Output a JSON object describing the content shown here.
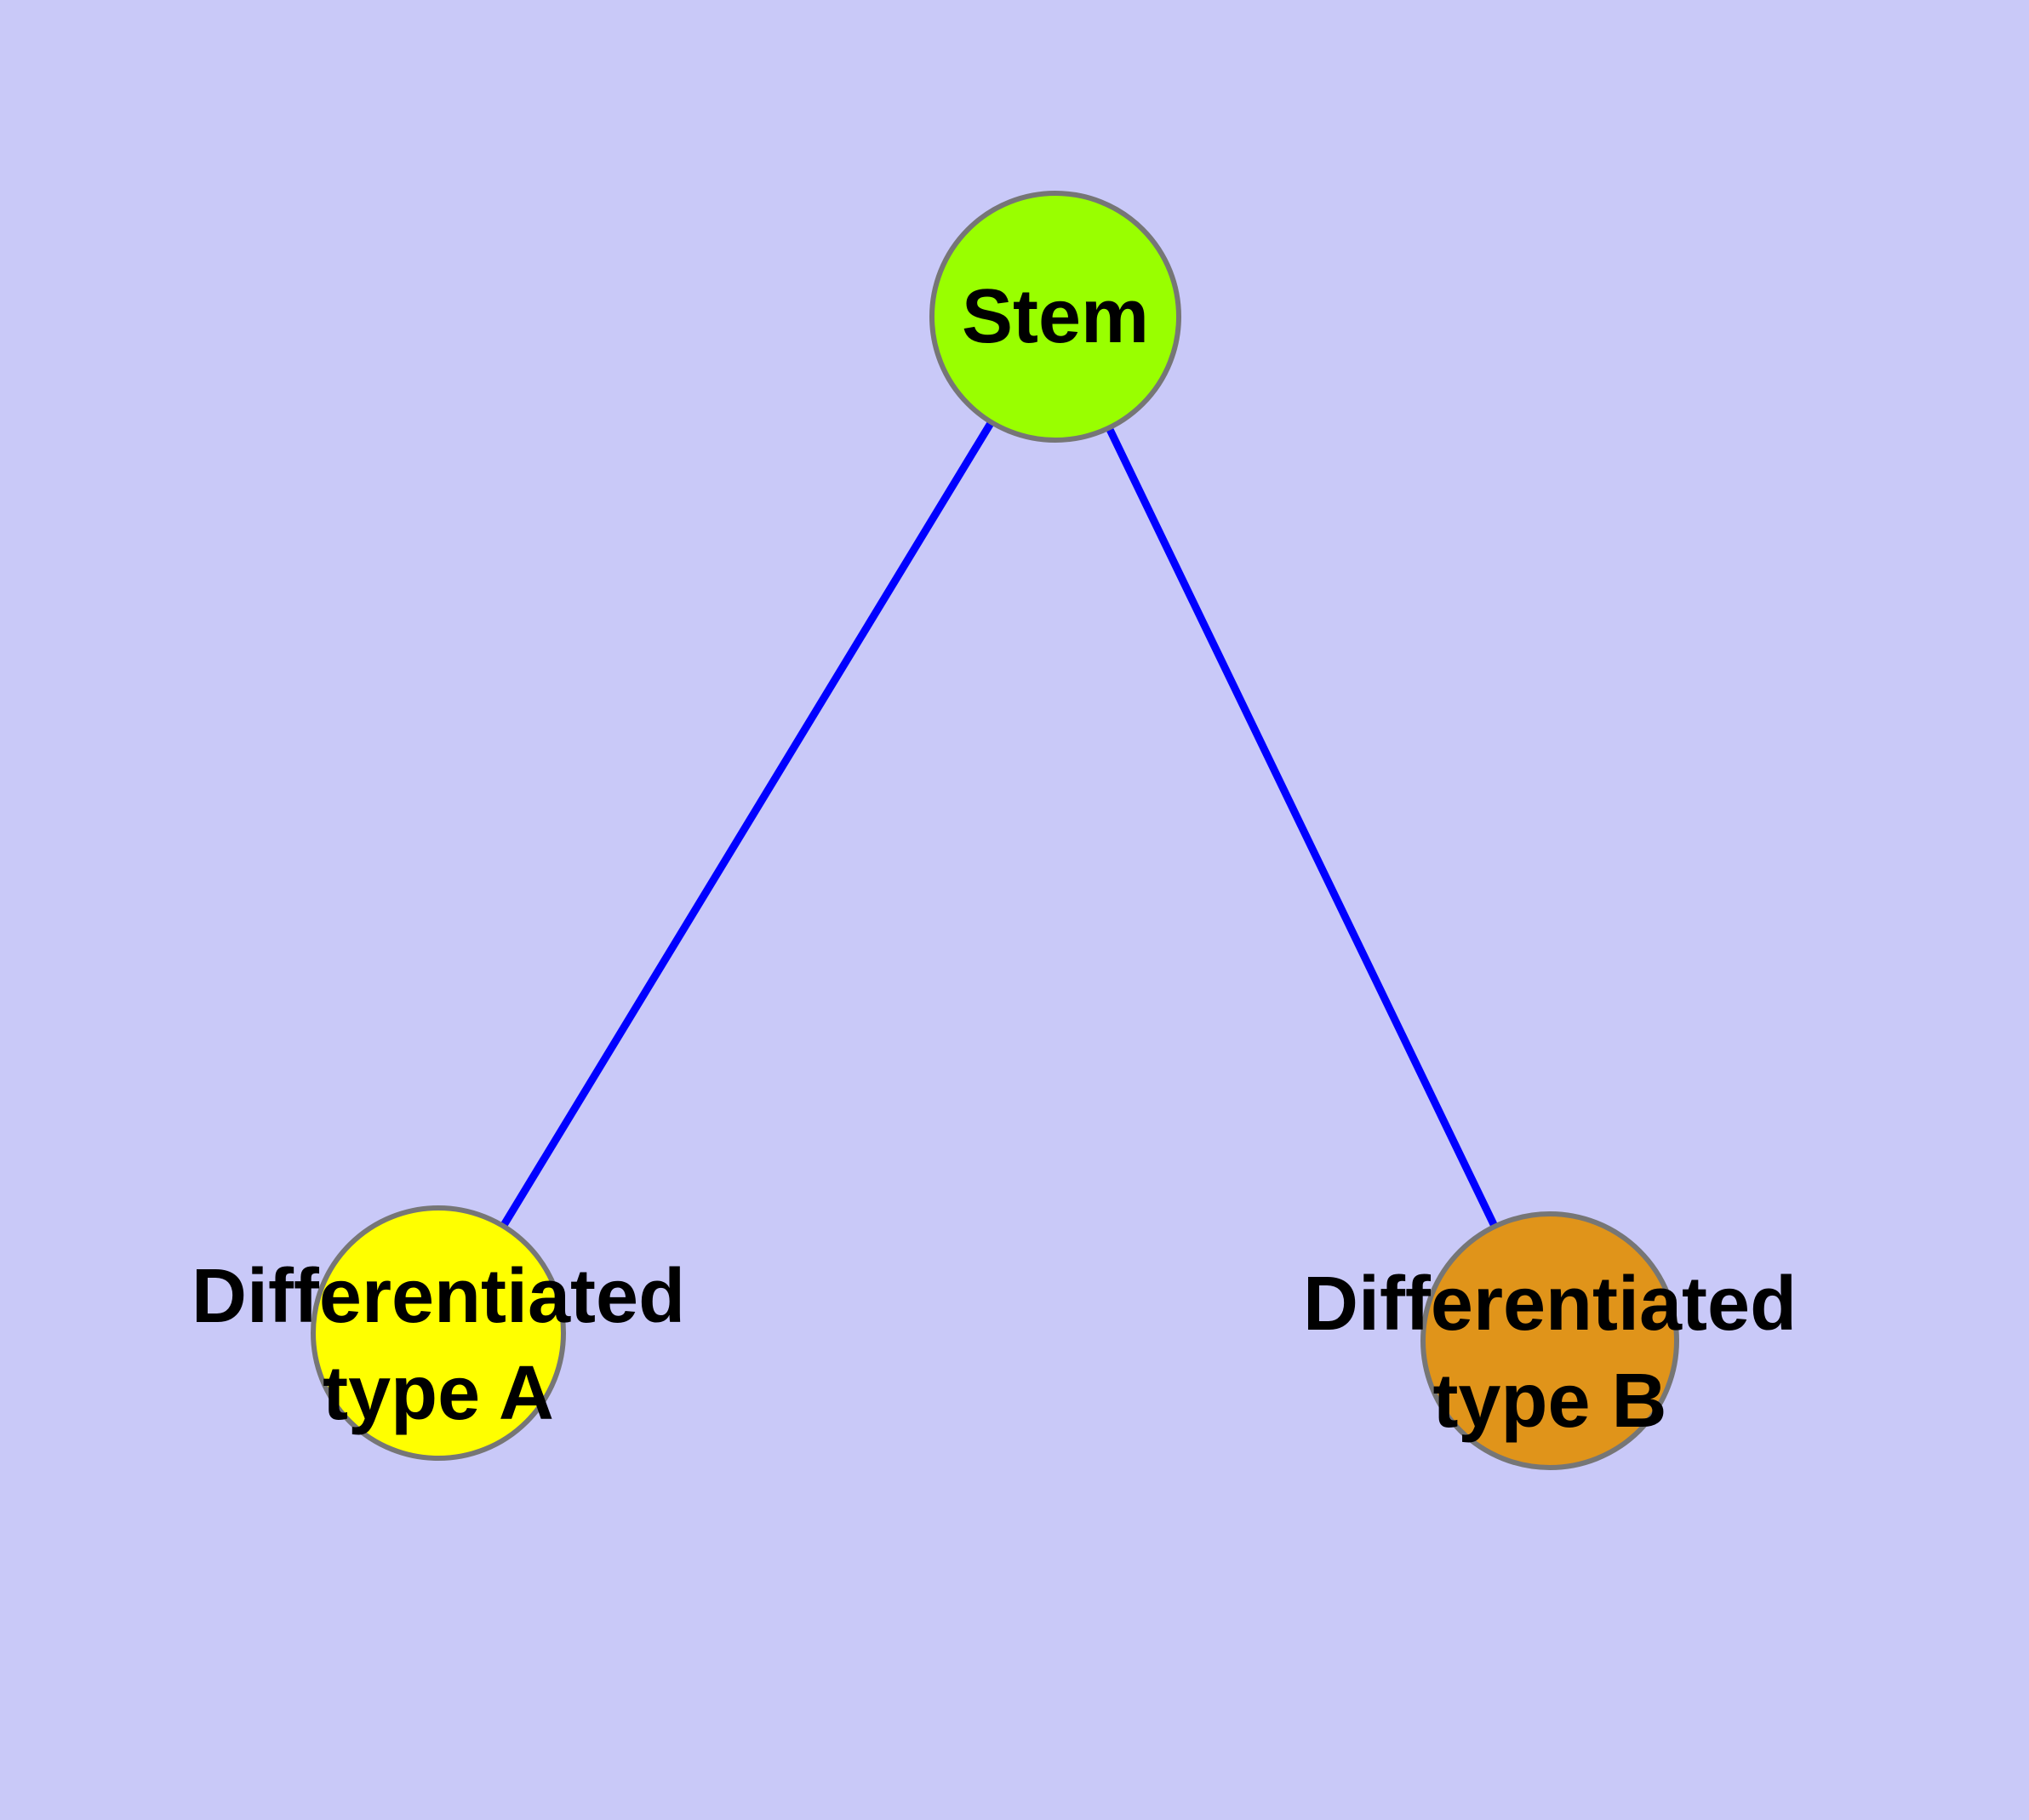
{
  "nodes": {
    "stem": {
      "label": "Stem",
      "fill": "#99FF00"
    },
    "type_a": {
      "label": "Differentiated\ntype A",
      "fill": "#FFFF00"
    },
    "type_b": {
      "label": "Differentiated\ntype B",
      "fill": "#E0941A"
    }
  },
  "edges": [
    {
      "from": "Stem",
      "to": "Differentiated type A",
      "color": "#0000FF"
    },
    {
      "from": "Stem",
      "to": "Differentiated type B",
      "color": "#0000FF"
    }
  ],
  "colors": {
    "background": "#C9C9F8",
    "node_border": "#767676",
    "edge": "#0000FF",
    "label_text": "#000000"
  }
}
